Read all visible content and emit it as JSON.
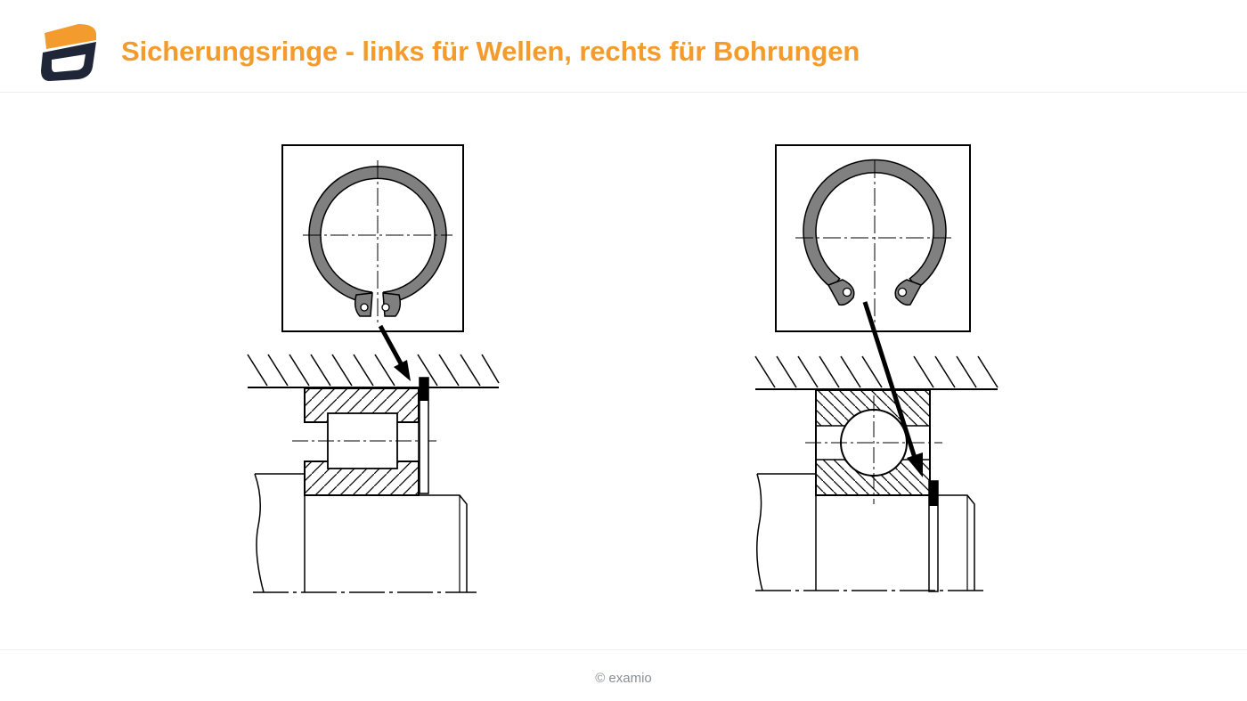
{
  "header": {
    "logo": "examio-graduation-cap-logo",
    "title": "Sicherungsringe - links für Wellen, rechts für Bohrungen",
    "accent_color": "#f39b2c",
    "logo_dark_color": "#1e2638"
  },
  "figure": {
    "left_panel": "shaft-retaining-ring-drawing",
    "right_panel": "bore-retaining-ring-drawing"
  },
  "footer": {
    "copyright": "© examio"
  }
}
